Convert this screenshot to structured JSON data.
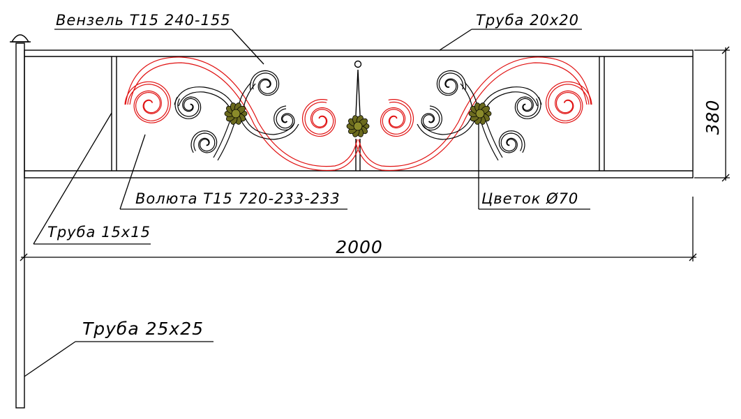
{
  "labels": {
    "monogram": "Вензель Т15 240-155",
    "top_tube": "Труба 20х20",
    "volute": "Волюта Т15 720-233-233",
    "flower": "Цветок Ø70",
    "inner_tube": "Труба 15х15",
    "post_tube": "Труба 25х25"
  },
  "dimensions": {
    "width": "2000",
    "height": "380"
  },
  "colors": {
    "frame": "#000000",
    "volute": "#e01010",
    "monogram": "#000000",
    "flower_fill": "#6b6a1e"
  }
}
